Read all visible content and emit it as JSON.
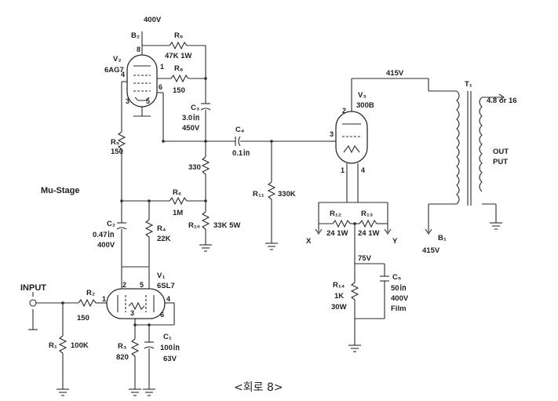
{
  "labels": {
    "b2_voltage": "400V",
    "b2": "B₂",
    "v2_name": "V₂",
    "v2_type": "6AG7",
    "r9_name": "R₉",
    "r9_value": "47K 1W",
    "r8_name": "R₈",
    "r8_value": "150",
    "c3_name": "C₃",
    "c3_value1": "3.0㏌",
    "c3_value2": "450V",
    "r5_name": "R₅",
    "r5_value": "150",
    "c4_name": "C₄",
    "c4_value": "0.1㏌",
    "r_330": "330",
    "mu_stage": "Mu-Stage",
    "r6_name": "R₆",
    "r6_value": "1M",
    "r11_name": "R₁₁",
    "r11_value": "330K",
    "c2_name": "C₂",
    "c2_value1": "0.47㏌",
    "c2_value2": "400V",
    "r4_name": "R₄",
    "r4_value": "22K",
    "r10_name": "R₁₀",
    "r10_value": "33K 5W",
    "v1_name": "V₁",
    "v1_type": "6SL7",
    "input": "INPUT",
    "r2_name": "R₂",
    "r2_value": "150",
    "r1_name": "R₁",
    "r1_value": "100K",
    "r3_name": "R₃",
    "r3_value": "820",
    "c1_name": "C₁",
    "c1_value1": "100㏌",
    "c1_value2": "63V",
    "b1_voltage_top": "415V",
    "v3_name": "V₃",
    "v3_type": "300B",
    "t1_name": "T₁",
    "speaker_tap": "4.8 or 16",
    "out_put1": "OUT",
    "out_put2": "PUT",
    "r12_name": "R₁₂",
    "r12_value": "24 1W",
    "r13_name": "R₁₃",
    "r13_value": "24 1W",
    "x_label": "X",
    "y_label": "Y",
    "b1": "B₁",
    "b1_voltage": "415V",
    "v75": "75V",
    "r14_name": "R₁₄",
    "r14_value1": "1K",
    "r14_value2": "30W",
    "c5_name": "C₅",
    "c5_value1": "50㏌",
    "c5_value2": "400V",
    "c5_value3": "Film",
    "caption": "<회로 8>"
  },
  "pins": {
    "v2_p8": "8",
    "v2_p1": "1",
    "v2_p4": "4",
    "v2_p6": "6",
    "v2_p3": "3",
    "v2_p5": "5",
    "v3_p2": "2",
    "v3_p3": "3",
    "v3_p1": "1",
    "v3_p4": "4",
    "v1_p2": "2",
    "v1_p5": "5",
    "v1_p1": "1",
    "v1_p4": "4",
    "v1_p3": "3",
    "v1_p6": "6"
  }
}
